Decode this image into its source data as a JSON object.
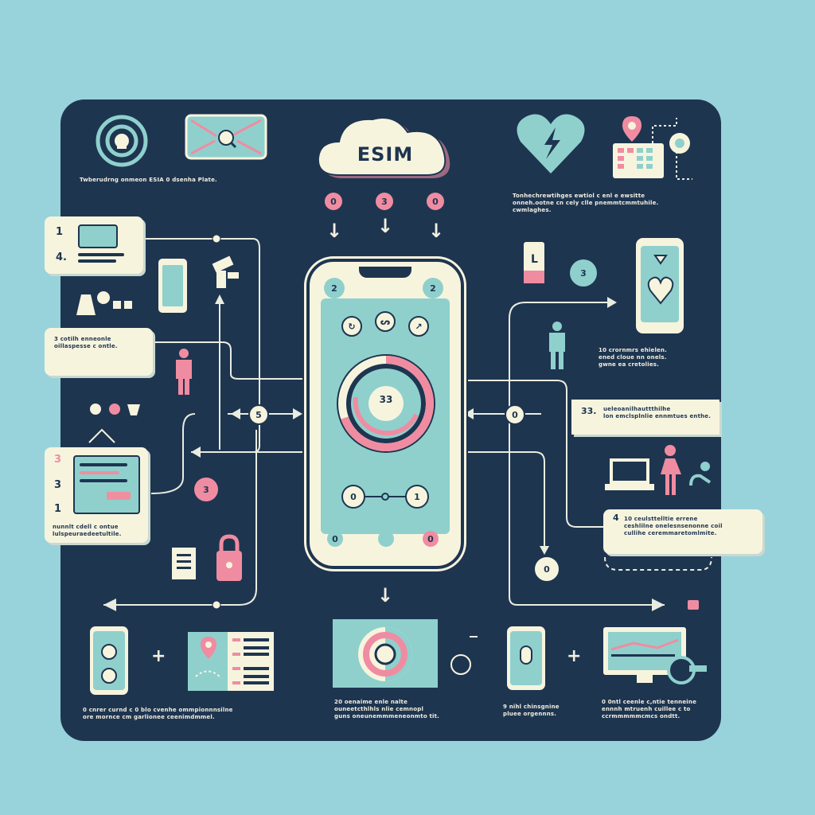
{
  "cloud": {
    "label": "ESIM"
  },
  "colors": {
    "background": "#98d3db",
    "panel": "#1e3550",
    "cream": "#f7f4de",
    "pink": "#f08ca1",
    "teal": "#8fd0cd"
  },
  "top_left_caption": "Twberudrng onmeon ESIA 0 dsenha Plate.",
  "top_right_caption": [
    "Tonhechrewtihges ewtiol c enl e ewsitte",
    "onneh.ootne cn cely clle pnemmtcmmtuhile.",
    "cwmlaghes."
  ],
  "cloud_step_badges": [
    "0",
    "3",
    "0"
  ],
  "left_card_1": {
    "numbers": [
      "1",
      "4."
    ]
  },
  "left_card_2": {
    "lines": [
      "3  cotilh enneonle",
      "oillaspesse c ontle."
    ]
  },
  "left_card_3": {
    "numbers": [
      "3",
      "3",
      "1"
    ],
    "caption": [
      "nunnlt cdell c ontue",
      "lulspeuraedeetultile."
    ]
  },
  "right_caption_mid": [
    "10 crornmrs ehielen.",
    "ened cloue nn onels.",
    "gwne ea cretolies."
  ],
  "right_card_33": {
    "number": "33.",
    "lines": [
      "ueleoanilhauttthilhe",
      "lon emclsplnlie ennmtues enthe."
    ]
  },
  "right_card_4": {
    "number": "4",
    "lines": [
      "10 ceulsttelltie errene",
      "ceshlilne onelesnsenonne coil",
      "cullihe ceremmaretomlmite."
    ]
  },
  "phone": {
    "top_badges": [
      "2",
      "2"
    ],
    "icon_row": [
      "↻",
      "ᔕ",
      "↗"
    ],
    "ring_center": "33",
    "switch_labels": [
      "0",
      "1"
    ],
    "bottom_badges": [
      "0",
      "0"
    ]
  },
  "side_nodes": {
    "left": "5",
    "right": "0",
    "left_lower": "3",
    "right_top": "3"
  },
  "bottom_captions": [
    [
      "0 cnrer curnd c 0 blo cvenhe ommpionnnsilne",
      "ore mornce cm garlionee ceenimdmmel."
    ],
    [
      "20 oenaime enle nalte",
      "ouneetcthlhls nlie cemnopl",
      "guns oneunemmmeneonmto tit."
    ],
    [
      "9 nihl chinsgnine",
      "pluee orgennns."
    ],
    [
      "0 0ntl ceenle c,ntie tenneine",
      "ennnh mtruenh cuillee c to",
      "ccrmmmmmcmcs ondtt."
    ]
  ],
  "bottom_plus": [
    "+",
    "+"
  ],
  "bottom_dots": [
    "0",
    "0"
  ]
}
